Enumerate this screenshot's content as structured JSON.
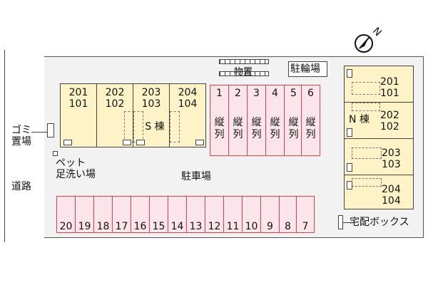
{
  "labels": {
    "road": "道路",
    "garbage": "ゴミ\n置場",
    "pet_wash": "ペット\n足洗い場",
    "parking": "駐車場",
    "storage": "物置",
    "bicycle": "駐輪場",
    "delivery": "宅配ボックス",
    "s_building": "S 棟",
    "n_building": "N 棟"
  },
  "s_building_units": [
    {
      "upper": "201",
      "lower": "101"
    },
    {
      "upper": "202",
      "lower": "102"
    },
    {
      "upper": "203",
      "lower": "103"
    },
    {
      "upper": "204",
      "lower": "104"
    }
  ],
  "n_building_units": [
    {
      "upper": "201",
      "lower": "101"
    },
    {
      "upper": "202",
      "lower": "102"
    },
    {
      "upper": "203",
      "lower": "103"
    },
    {
      "upper": "204",
      "lower": "104"
    }
  ],
  "vertical_parking": [
    {
      "number": "1",
      "text": "縦\n列"
    },
    {
      "number": "2",
      "text": "縦\n列"
    },
    {
      "number": "3",
      "text": "縦\n列"
    },
    {
      "number": "4",
      "text": "縦\n列"
    },
    {
      "number": "5",
      "text": "縦\n列"
    },
    {
      "number": "6",
      "text": "縦\n列"
    }
  ],
  "bottom_parking": [
    "20",
    "19",
    "18",
    "17",
    "16",
    "15",
    "14",
    "13",
    "12",
    "11",
    "10",
    "9",
    "8",
    "7"
  ],
  "compass": {
    "icon": "north-arrow-icon",
    "letter": "N"
  },
  "colors": {
    "building": "#fdf3c6",
    "parking_fill": "#fbe4ea",
    "parking_border": "#e0404f",
    "site": "#f2f2f2"
  }
}
